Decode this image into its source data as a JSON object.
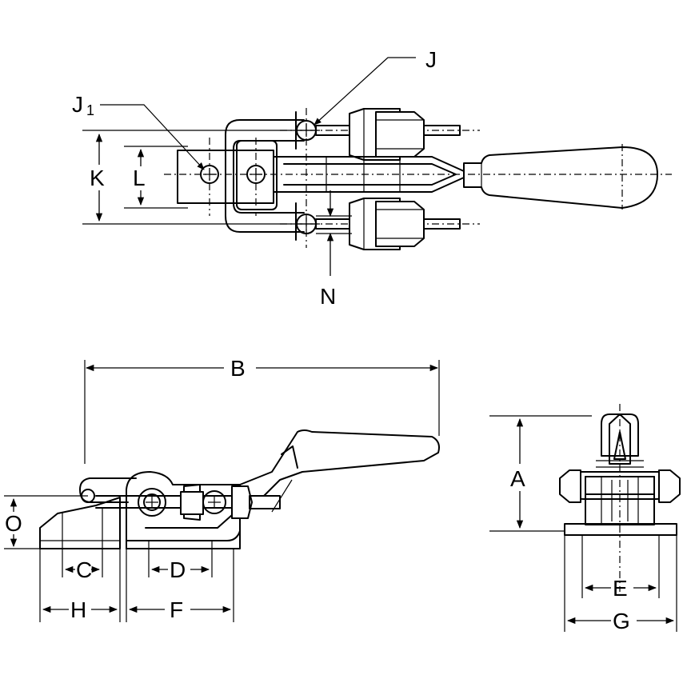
{
  "labels": {
    "J": "J",
    "J1_main": "J",
    "J1_sub": "1",
    "K": "K",
    "L": "L",
    "N": "N",
    "B": "B",
    "A": "A",
    "O": "O",
    "C": "C",
    "D": "D",
    "H": "H",
    "F": "F",
    "E": "E",
    "G": "G"
  },
  "colors": {
    "line": "#000000",
    "background": "#ffffff"
  }
}
